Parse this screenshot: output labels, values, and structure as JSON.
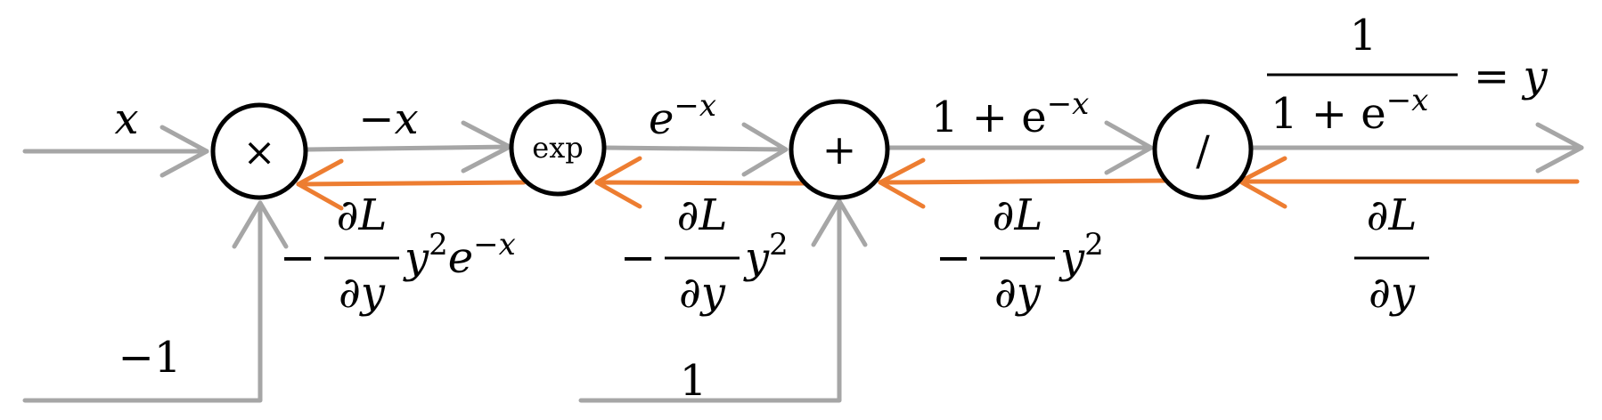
{
  "colors": {
    "forward": "#a6a6a6",
    "backward": "#ed7d31",
    "node_border": "#000000",
    "text": "#000000"
  },
  "nodes": {
    "multiply": "×",
    "exp": "exp",
    "add": "+",
    "divide": "/"
  },
  "forward_labels": {
    "input_x": "x",
    "neg_one": "−1",
    "neg_x": "−x",
    "exp_neg_x": {
      "base": "e",
      "exp": "−x"
    },
    "one": "1",
    "one_plus_exp": {
      "prefix": "1 + e",
      "exp": "−x"
    },
    "output": {
      "numerator": "1",
      "denominator_prefix": "1 + e",
      "denominator_exp": "−x",
      "equals": "= y"
    }
  },
  "backward_labels": {
    "out_grad": {
      "num": "∂L",
      "den": "∂y"
    },
    "div_grad": {
      "sign": "−",
      "num": "∂L",
      "den": "∂y",
      "tail": "y",
      "tail_exp": "2"
    },
    "add_grad": {
      "sign": "−",
      "num": "∂L",
      "den": "∂y",
      "tail": "y",
      "tail_exp": "2"
    },
    "exp_grad": {
      "sign": "−",
      "num": "∂L",
      "den": "∂y",
      "tail": "y",
      "tail_exp": "2",
      "tail2": "e",
      "tail2_exp": "−x"
    }
  }
}
